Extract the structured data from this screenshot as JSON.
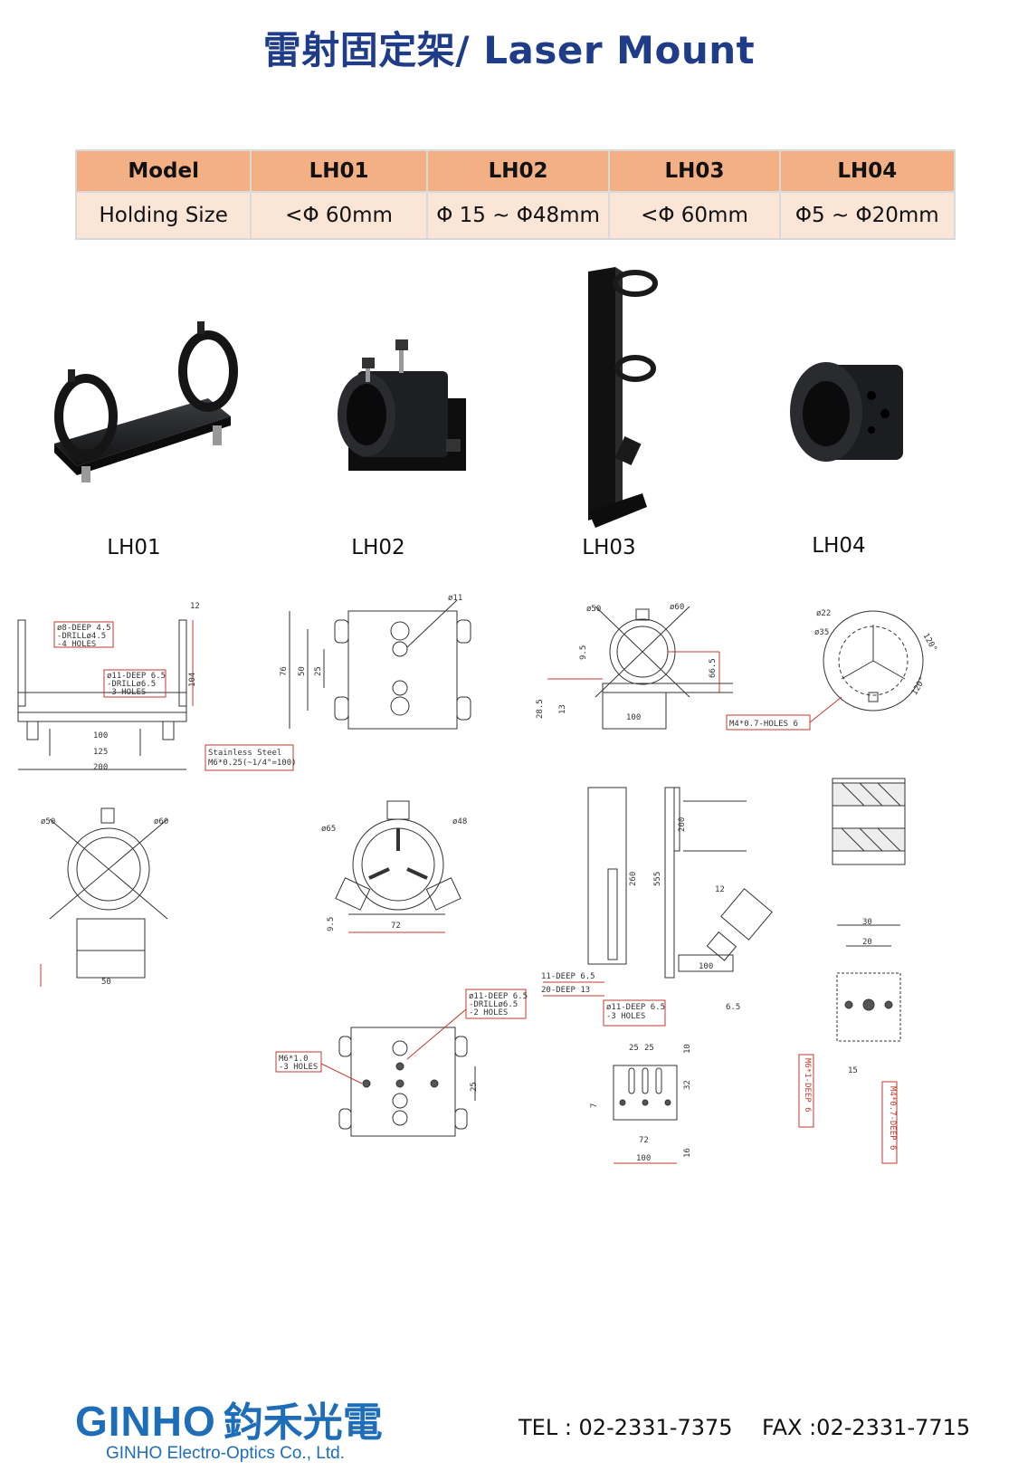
{
  "title": "雷射固定架/ Laser Mount",
  "table": {
    "header": [
      "Model",
      "LH01",
      "LH02",
      "LH03",
      "LH04"
    ],
    "row": [
      "Holding Size",
      "<Φ 60mm",
      "Φ 15 ~ Φ48mm",
      "<Φ 60mm",
      "Φ5 ~ Φ20mm"
    ]
  },
  "products": [
    {
      "label": "LH01"
    },
    {
      "label": "LH02"
    },
    {
      "label": "LH03"
    },
    {
      "label": "LH04"
    }
  ],
  "drawings": {
    "lh01": {
      "n1": "12",
      "n2": "104",
      "n3": "100",
      "n4": "125",
      "n5": "200",
      "note1": "ø8-DEEP 4.5",
      "note1b": "-DRILLø4.5",
      "note1c": "-4 HOLES",
      "note2": "ø11-DEEP 6.5",
      "note2b": "-DRILLø6.5",
      "note2c": "-3 HOLES",
      "note3": "Stainless Steel",
      "note3b": "M6*0.25(~1/4\"=100)",
      "d1": "ø50",
      "d2": "ø60",
      "n6": "50"
    },
    "lh02": {
      "d1": "ø11",
      "n1": "76",
      "n2": "50",
      "n3": "25",
      "d2": "ø65",
      "d3": "ø48",
      "n4": "9.5",
      "n5": "72",
      "note1": "ø11-DEEP 6.5",
      "note1b": "-DRILLø6.5",
      "note1c": "-2 HOLES",
      "note2": "M6*1.0",
      "note2b": "-3 HOLES",
      "n6": "25"
    },
    "lh03": {
      "d1": "ø50",
      "d2": "ø60",
      "n1": "9.5",
      "n2": "66.5",
      "n3": "28.5",
      "n4": "13",
      "n5": "100",
      "note1": "ø11-DEEP 6.5",
      "note1b": "-3 HOLES",
      "n6": "25",
      "n7": "25",
      "n8": "10",
      "n9": "32",
      "n10": "7",
      "n11": "72",
      "n12": "100",
      "n13": "16",
      "n14": "6.5",
      "note2": "11-DEEP 6.5",
      "note3": "20-DEEP 13",
      "n15": "260",
      "n16": "555",
      "n17": "200",
      "n18": "100",
      "n19": "12"
    },
    "lh04": {
      "d1": "ø22",
      "d2": "ø35",
      "n1": "120°",
      "n2": "120°",
      "note1": "M4*0.7-HOLES 6",
      "n3": "30",
      "n4": "20",
      "n5": "15",
      "note2": "M6*1-DEEP 6",
      "note3": "M4*0.7-DEEP 6"
    }
  },
  "footer": {
    "logo_text": "GINHO",
    "logo_cn": "鈞禾光電",
    "company": "GINHO Electro-Optics Co., Ltd.",
    "tel": "TEL : 02-2331-7375",
    "fax": "FAX :02-2331-7715"
  }
}
